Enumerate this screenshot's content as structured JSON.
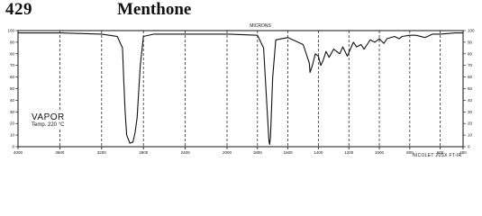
{
  "header": {
    "compound_number": "429",
    "compound_name": "Menthone"
  },
  "conditions": {
    "phase": "VAPOR",
    "temperature": "Temp. 220 °C"
  },
  "footer": {
    "instrument": "NICOLET 20SX FT-IR"
  },
  "annotation": {
    "label": "MICRONS"
  },
  "colors": {
    "ink": "#111111",
    "background": "#ffffff"
  },
  "chart_data": {
    "type": "line",
    "title": "Menthone",
    "xlabel": "",
    "ylabel": "",
    "x_reversed": true,
    "xlim": [
      4000,
      450
    ],
    "ylim": [
      0,
      100
    ],
    "x_ticks": [
      4000,
      3600,
      3200,
      2800,
      2400,
      2000,
      1800,
      1600,
      1400,
      1200,
      1000,
      800,
      600,
      450
    ],
    "y_ticks": [
      0,
      10,
      20,
      30,
      40,
      50,
      60,
      70,
      80,
      90,
      100
    ],
    "grid": true,
    "series": [
      {
        "name": "",
        "x": [
          4000,
          3600,
          3200,
          3050,
          3000,
          2990,
          2975,
          2960,
          2930,
          2900,
          2880,
          2860,
          2830,
          2800,
          2700,
          2400,
          2000,
          1800,
          1760,
          1740,
          1725,
          1720,
          1715,
          1700,
          1680,
          1600,
          1500,
          1460,
          1455,
          1440,
          1420,
          1400,
          1385,
          1370,
          1350,
          1330,
          1300,
          1260,
          1240,
          1210,
          1190,
          1170,
          1150,
          1120,
          1100,
          1080,
          1060,
          1030,
          1000,
          970,
          950,
          900,
          870,
          850,
          800,
          760,
          700,
          650,
          600,
          500,
          450
        ],
        "y": [
          98,
          98,
          97,
          95,
          85,
          60,
          30,
          10,
          3,
          4,
          12,
          25,
          70,
          95,
          97,
          97,
          97,
          96,
          85,
          40,
          5,
          2,
          8,
          60,
          92,
          94,
          88,
          72,
          64,
          70,
          80,
          78,
          70,
          74,
          82,
          77,
          84,
          80,
          86,
          78,
          84,
          90,
          86,
          88,
          84,
          88,
          92,
          90,
          93,
          89,
          93,
          95,
          93,
          95,
          96,
          96,
          94,
          97,
          97,
          98,
          98
        ]
      }
    ]
  }
}
